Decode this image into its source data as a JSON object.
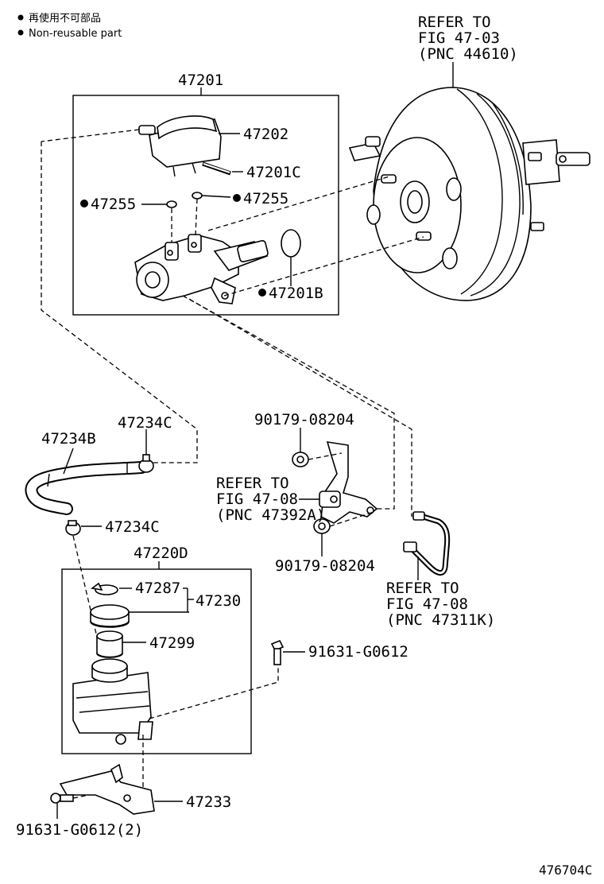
{
  "legend": {
    "line1": "再使用不可部品",
    "line2": "Non-reusable part"
  },
  "labels": {
    "refer_booster_1": "REFER TO",
    "refer_booster_2": "FIG 47-03",
    "refer_booster_3": "(PNC 44610)",
    "p47201": "47201",
    "p47202": "47202",
    "p47201C": "47201C",
    "p47255_left": "47255",
    "p47255_right": "47255",
    "p47201B": "47201B",
    "p47234B": "47234B",
    "p47234C_top": "47234C",
    "p47234C_bottom": "47234C",
    "p90179_top": "90179-08204",
    "refer_bracket_1": "REFER TO",
    "refer_bracket_2": "FIG 47-08",
    "refer_bracket_3": "(PNC 47392A)",
    "p90179_bottom": "90179-08204",
    "refer_tube_1": "REFER TO",
    "refer_tube_2": "FIG 47-08",
    "refer_tube_3": "(PNC 47311K)",
    "p47220D": "47220D",
    "p47287": "47287",
    "p47230": "47230",
    "p47299": "47299",
    "p91631_right": "91631-G0612",
    "p47233": "47233",
    "p91631_bottom": "91631-G0612(2)",
    "figure_id": "476704C"
  },
  "icons": {
    "non_reusable_marker": "filled-circle-icon"
  }
}
